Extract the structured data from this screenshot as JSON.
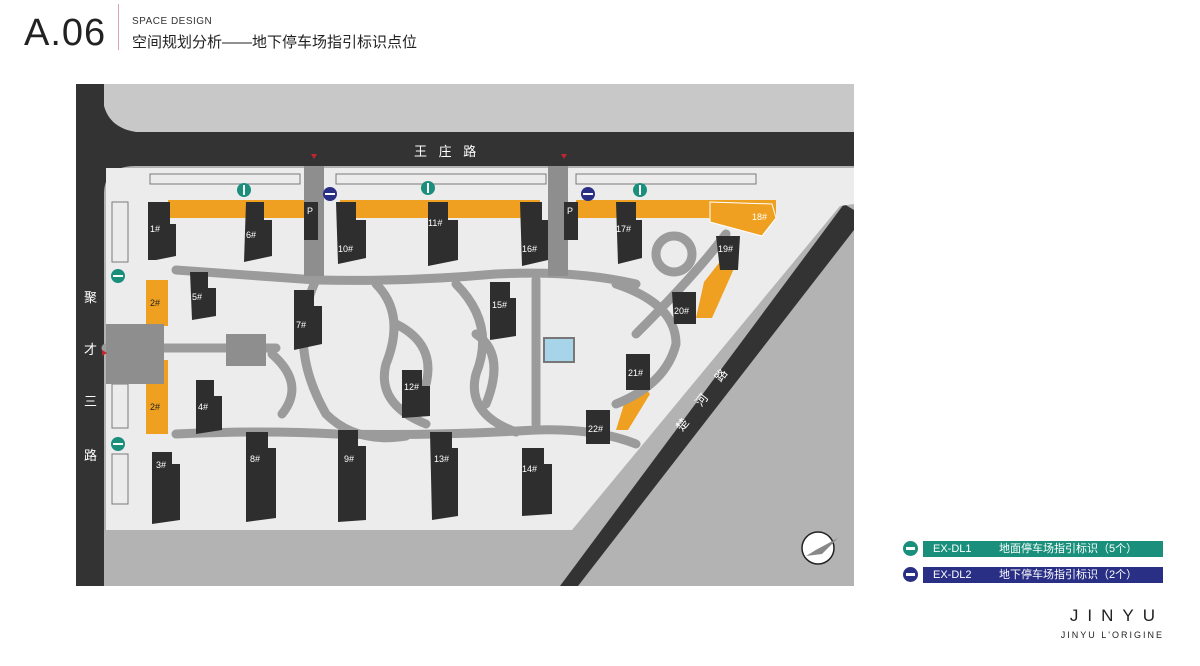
{
  "header": {
    "page_code": "A.06",
    "subtitle_en": "SPACE DESIGN",
    "subtitle_cn": "空间规划分析——地下停车场指引标识点位"
  },
  "map": {
    "road_north": "王 庄 路",
    "road_west": [
      "聚",
      "才",
      "三",
      "路"
    ],
    "road_diagonal": "楚 河 路",
    "buildings": [
      {
        "id": "b1",
        "label": "1#"
      },
      {
        "id": "b2a",
        "label": "2#"
      },
      {
        "id": "b2b",
        "label": "2#"
      },
      {
        "id": "b3",
        "label": "3#"
      },
      {
        "id": "b4",
        "label": "4#"
      },
      {
        "id": "b5",
        "label": "5#"
      },
      {
        "id": "b6",
        "label": "6#"
      },
      {
        "id": "b7",
        "label": "7#"
      },
      {
        "id": "b8",
        "label": "8#"
      },
      {
        "id": "b9",
        "label": "9#"
      },
      {
        "id": "b10",
        "label": "10#"
      },
      {
        "id": "b11",
        "label": "11#"
      },
      {
        "id": "b12",
        "label": "12#"
      },
      {
        "id": "b13",
        "label": "13#"
      },
      {
        "id": "b14",
        "label": "14#"
      },
      {
        "id": "b15",
        "label": "15#"
      },
      {
        "id": "b16",
        "label": "16#"
      },
      {
        "id": "b17",
        "label": "17#"
      },
      {
        "id": "b18",
        "label": "18#"
      },
      {
        "id": "b19",
        "label": "19#"
      },
      {
        "id": "b20",
        "label": "20#"
      },
      {
        "id": "b21",
        "label": "21#"
      },
      {
        "id": "b22",
        "label": "22#"
      }
    ],
    "parking_label": "P"
  },
  "legend": [
    {
      "code": "EX-DL1",
      "text": "地面停车场指引标识（5个）",
      "color": "#1a8f7c"
    },
    {
      "code": "EX-DL2",
      "text": "地下停车场指引标识（2个）",
      "color": "#2a2f86"
    }
  ],
  "brand": {
    "name": "JINYU",
    "tagline": "JINYU L'ORIGINE"
  },
  "colors": {
    "accent_orange": "#f0a020",
    "building": "#2e2e2e",
    "road": "#333333",
    "site": "#ececec",
    "path": "#9b9b9b"
  }
}
